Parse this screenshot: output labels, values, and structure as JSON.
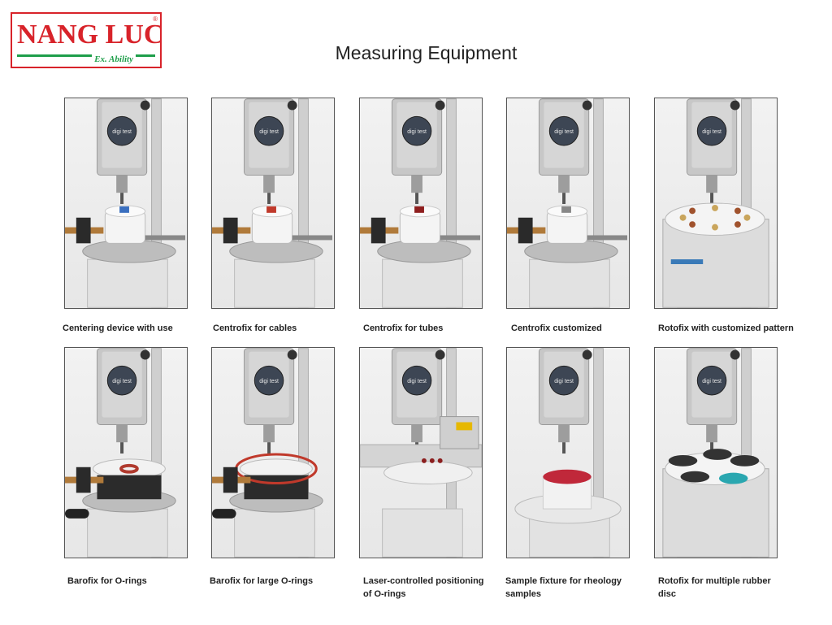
{
  "logo": {
    "brand": "NANG LUC",
    "tagline": "Ex. Ability",
    "reg_mark": "®"
  },
  "page": {
    "title": "Measuring Equipment"
  },
  "device": {
    "label": "digi test"
  },
  "items": [
    {
      "caption": "Centering device with use",
      "variant": "centering",
      "accent": "#3a6fbf"
    },
    {
      "caption": "Centrofix for cables",
      "variant": "cables",
      "accent": "#c0392b"
    },
    {
      "caption": "Centrofix for tubes",
      "variant": "tubes",
      "accent": "#8e1e1e"
    },
    {
      "caption": "Centrofix customized",
      "variant": "custom",
      "accent": "#888888"
    },
    {
      "caption": "Rotofix with customized pattern",
      "variant": "rotofix",
      "accent": "#a0522d"
    },
    {
      "caption": "Barofix for O-rings",
      "variant": "barofix",
      "accent": "#b03a2e"
    },
    {
      "caption": "Barofix for large O-rings",
      "variant": "barofix-large",
      "accent": "#c0392b"
    },
    {
      "caption": "Laser-controlled positioning of O-rings",
      "variant": "laser",
      "accent": "#e6b800"
    },
    {
      "caption": "Sample fixture for rheology samples",
      "variant": "rheology",
      "accent": "#c0283a"
    },
    {
      "caption": "Rotofix for multiple rubber disc",
      "variant": "multi-disc",
      "accent": "#2aa7b0"
    }
  ]
}
